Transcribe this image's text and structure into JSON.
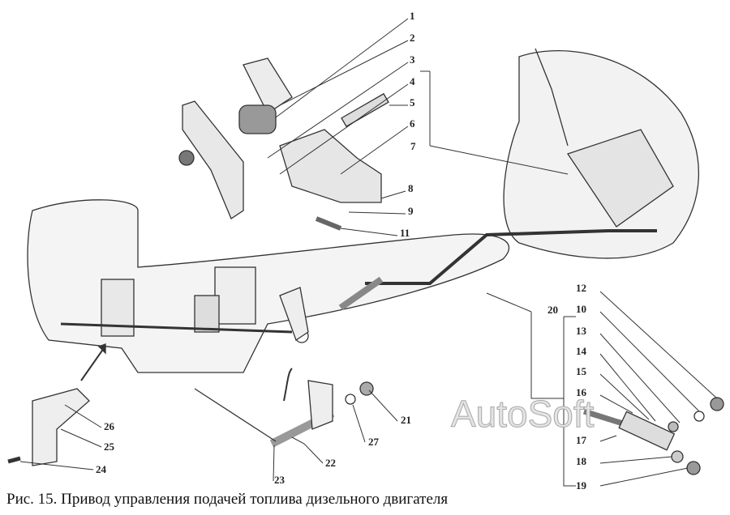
{
  "figure": {
    "caption": "Рис. 15. Привод управления подачей топлива  дизельного двигателя",
    "watermark": "AutoSoft",
    "part_labels": [
      "1",
      "2",
      "3",
      "4",
      "5",
      "6",
      "7",
      "8",
      "9",
      "11",
      "12",
      "10",
      "13",
      "14",
      "15",
      "16",
      "17",
      "18",
      "19",
      "20",
      "21",
      "22",
      "23",
      "24",
      "25",
      "26",
      "27"
    ]
  }
}
